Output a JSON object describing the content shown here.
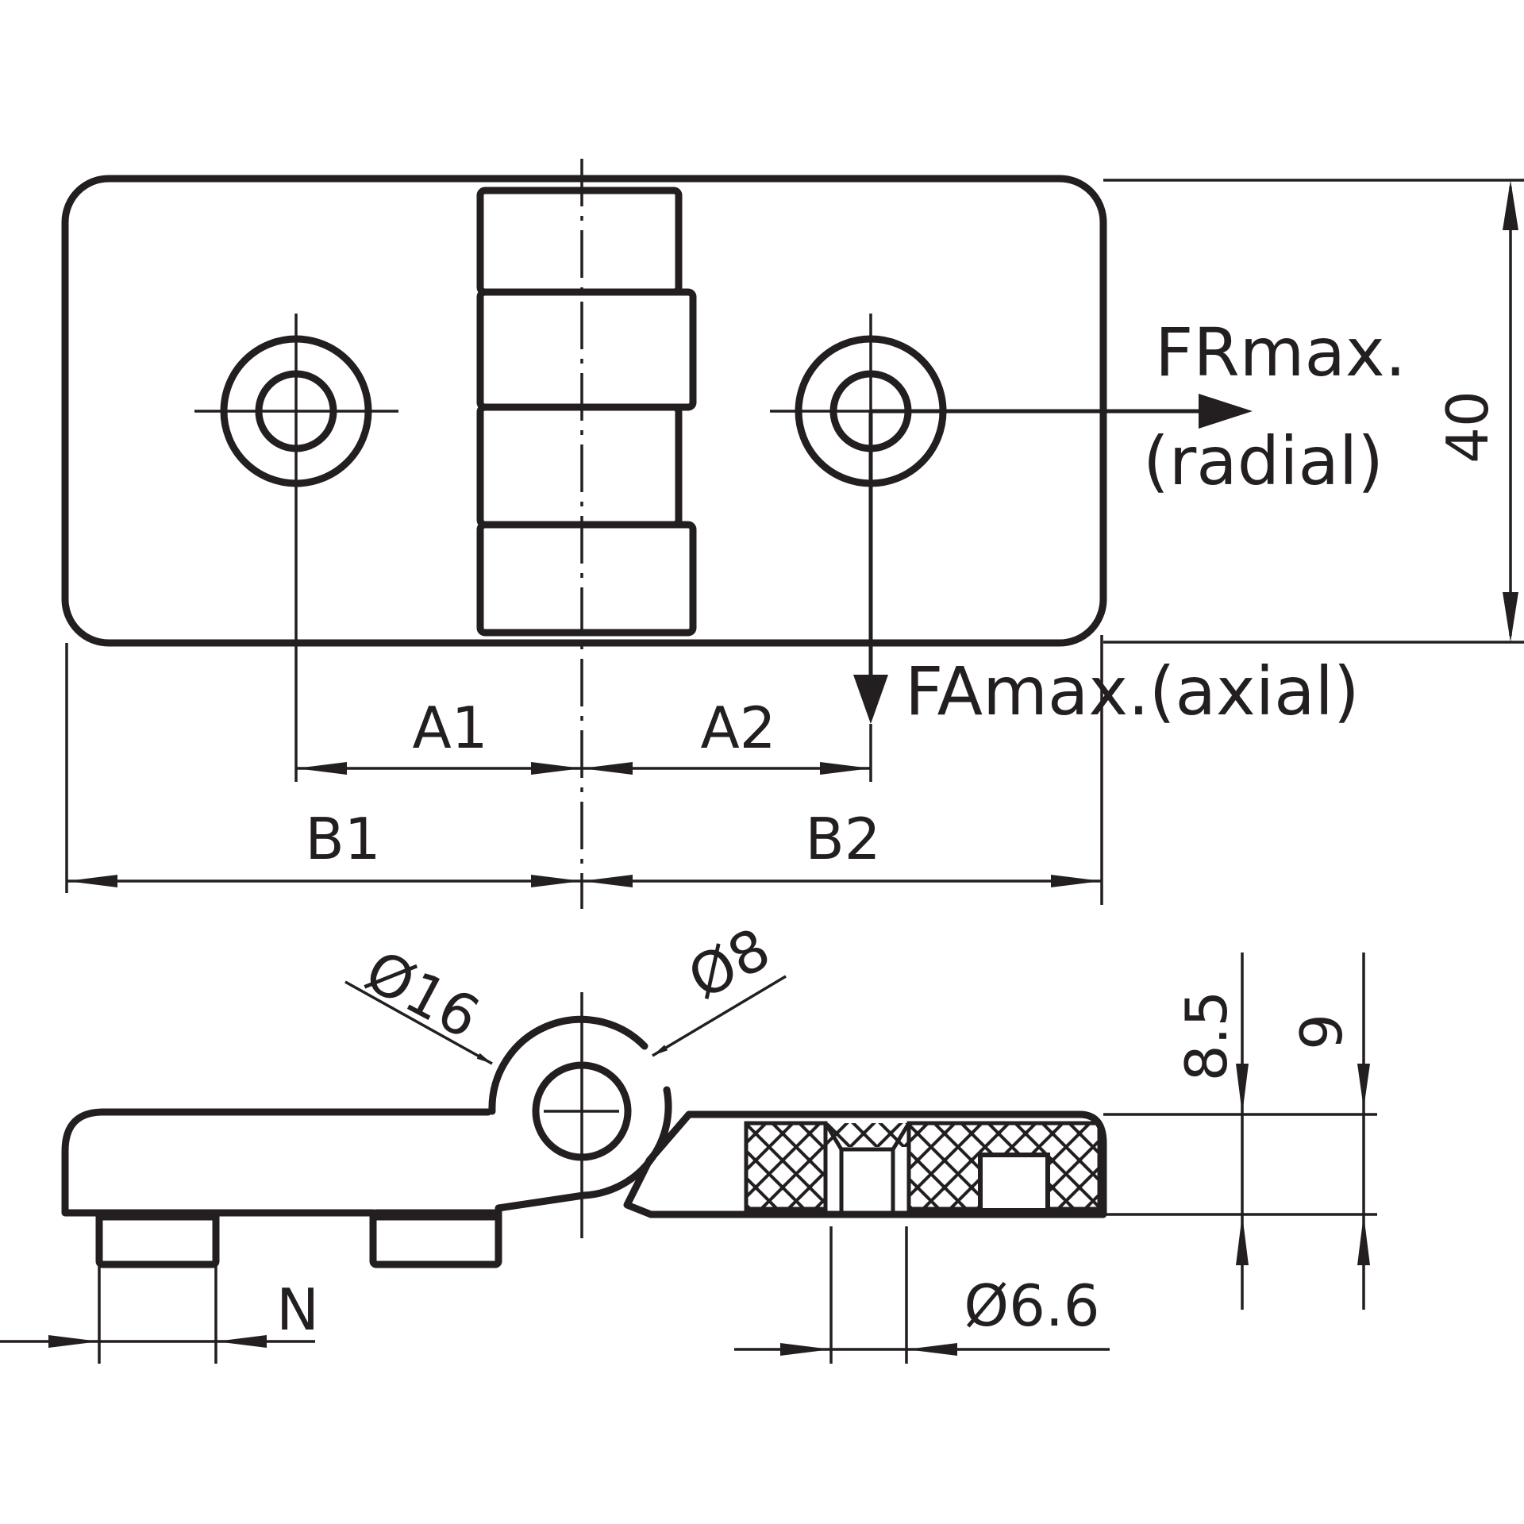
{
  "drawing": {
    "top_view": {
      "force_radial_label": "FRmax.",
      "force_radial_sub": "(radial)",
      "force_axial_label": "FAmax.(axial)",
      "dim_height": "40",
      "dim_a1": "A1",
      "dim_a2": "A2",
      "dim_b1": "B1",
      "dim_b2": "B2"
    },
    "side_view": {
      "dia_knuckle": "Ø16",
      "dia_pin": "Ø8",
      "dia_hole": "Ø6.6",
      "dim_thickness_1": "8.5",
      "dim_thickness_2": "9",
      "dim_n": "N"
    },
    "colors": {
      "ink": "#231f20",
      "background": "#ffffff"
    }
  }
}
